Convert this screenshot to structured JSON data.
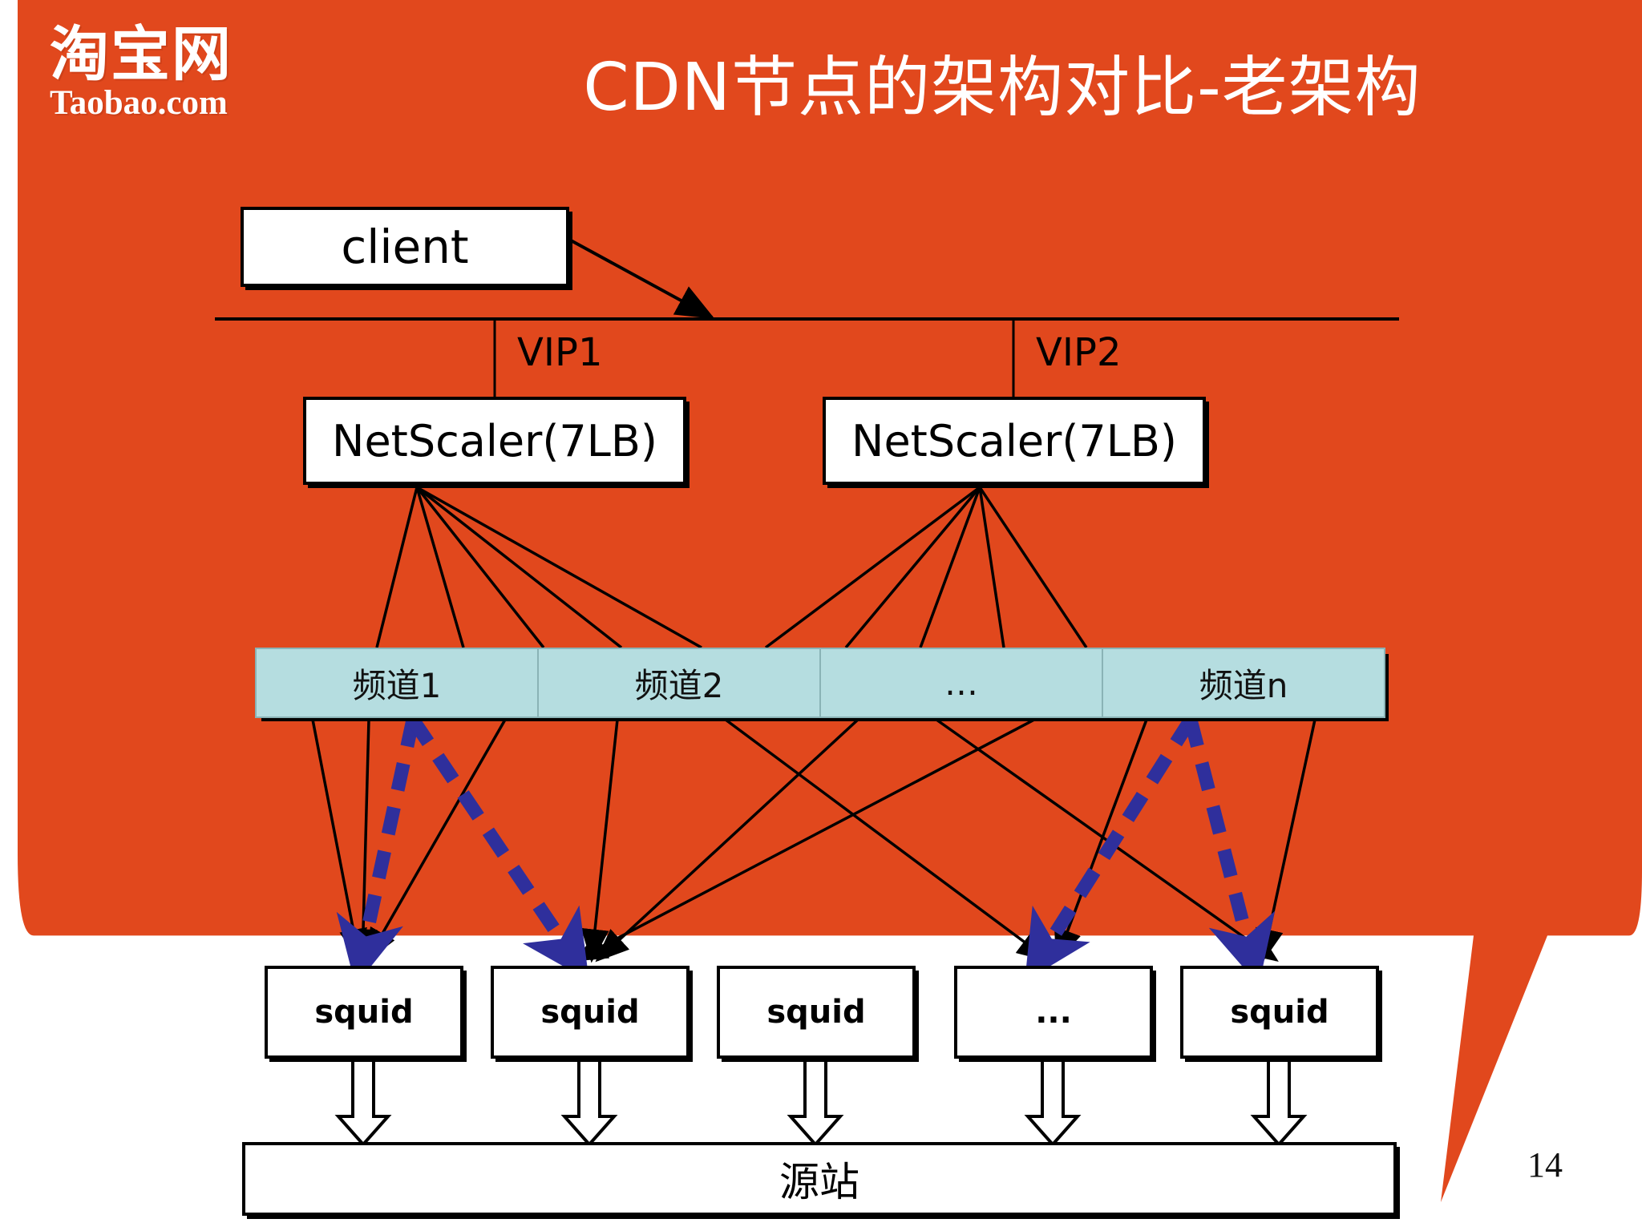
{
  "slide": {
    "page_number": "14",
    "banner_color": "#e1481d",
    "banner_text_color": "#ffffff",
    "background_color": "#ffffff"
  },
  "header": {
    "logo_cn": "淘宝网",
    "logo_en": "Taobao.com",
    "title": "CDN节点的架构对比-老架构"
  },
  "diagram": {
    "client": {
      "label": "client"
    },
    "vip_labels": [
      "VIP1",
      "VIP2"
    ],
    "load_balancers": [
      {
        "label": "NetScaler(7LB)"
      },
      {
        "label": "NetScaler(7LB)"
      }
    ],
    "channels": [
      {
        "label": "频道1"
      },
      {
        "label": "频道2"
      },
      {
        "label": "…"
      },
      {
        "label": "频道n"
      }
    ],
    "channel_bar_color": "#b5dde0",
    "squids": [
      {
        "label": "squid"
      },
      {
        "label": "squid"
      },
      {
        "label": "squid"
      },
      {
        "label": "..."
      },
      {
        "label": "squid"
      }
    ],
    "origin": {
      "label": "源站"
    },
    "highlight_arrow_color": "#2f2f9c",
    "connector_color": "#000000"
  }
}
